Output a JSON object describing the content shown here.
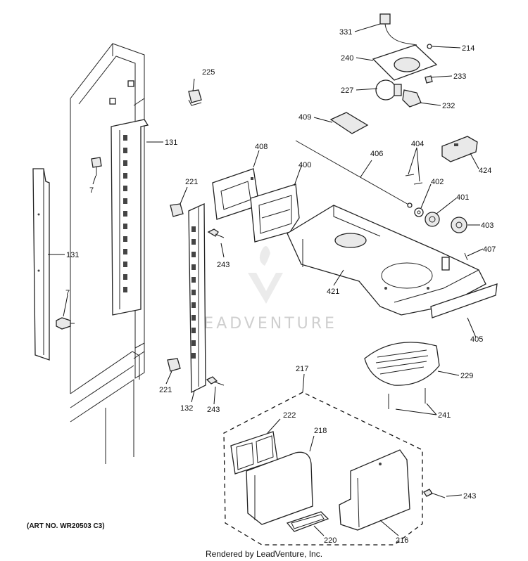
{
  "callouts": [
    "331",
    "214",
    "240",
    "233",
    "227",
    "232",
    "225",
    "409",
    "131",
    "408",
    "406",
    "404",
    "424",
    "400",
    "7",
    "221",
    "402",
    "401",
    "403",
    "407",
    "243",
    "421",
    "405",
    "217",
    "229",
    "222",
    "218",
    "241",
    "132",
    "243",
    "243",
    "220",
    "216",
    "131",
    "7",
    "221"
  ],
  "watermark": "LEADVENTURE",
  "art_number": "(ART NO. WR20503 C3)",
  "footer": "Rendered by LeadVenture, Inc."
}
